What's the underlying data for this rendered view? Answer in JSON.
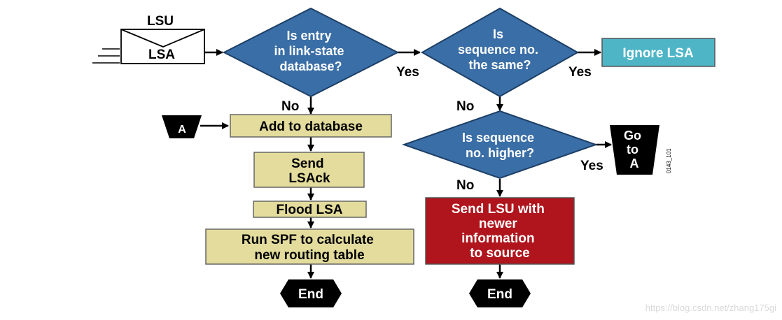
{
  "envelope": {
    "top_label": "LSU",
    "bottom_label": "LSA"
  },
  "decisions": {
    "in_database": [
      "Is entry",
      "in link-state",
      "database?"
    ],
    "same_sequence": [
      "Is",
      "sequence no.",
      "the same?"
    ],
    "higher_sequence": [
      "Is sequence",
      "no. higher?"
    ]
  },
  "branch_labels": {
    "db_yes": "Yes",
    "same_yes": "Yes",
    "db_no": "No",
    "same_no": "No",
    "higher_yes": "Yes",
    "higher_no": "No"
  },
  "actions": {
    "ignore": "Ignore LSA",
    "add": "Add to database",
    "send_ack": [
      "Send",
      "LSAck"
    ],
    "flood": "Flood LSA",
    "run_spf": [
      "Run SPF to calculate",
      "new routing table"
    ],
    "send_lsu": [
      "Send LSU with",
      "newer",
      "information",
      "to source"
    ]
  },
  "connectors": {
    "a_in": "A",
    "go_to_a": [
      "Go",
      "to",
      "A"
    ]
  },
  "terminals": {
    "end_left": "End",
    "end_right": "End"
  },
  "figure_code": "0143_101",
  "watermark": "https://blog.csdn.net/zhang175gi",
  "colors": {
    "diamond": "#3a6ea6",
    "action_box": "#e3dc9c",
    "ignore_box": "#4eb5c7",
    "send_lsu_box": "#b0141c",
    "terminal": "#000000"
  }
}
